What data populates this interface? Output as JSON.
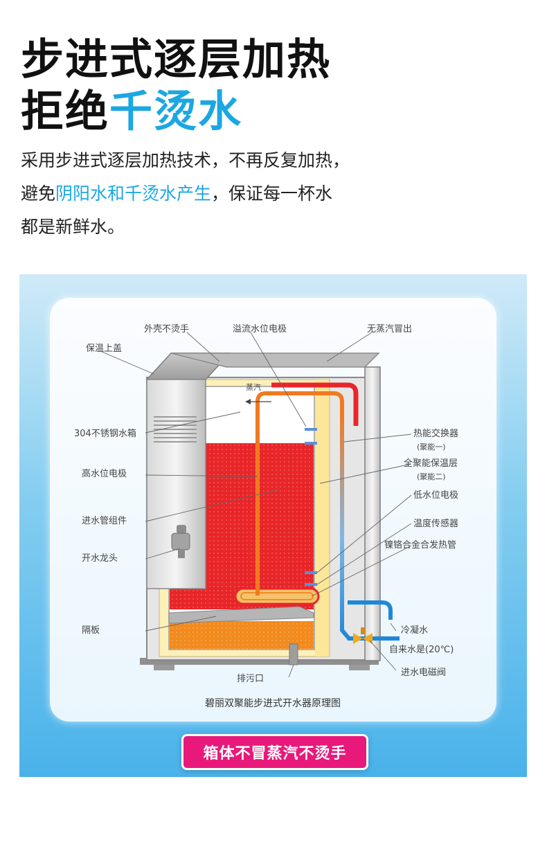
{
  "headline": {
    "line1": "步进式逐层加热",
    "line2_prefix": "拒绝",
    "line2_accent": "千烫水"
  },
  "description": {
    "line1": "采用步进式逐层加热技术，不再反复加热，",
    "line2_prefix": "避免",
    "line2_highlight": "阴阳水和千烫水产生",
    "line2_suffix": "，保证每一杯水",
    "line3": "都是新鲜水。"
  },
  "diagram": {
    "labels": {
      "shell": "外壳不烫手",
      "overflow_electrode": "溢流水位电极",
      "no_steam": "无蒸汽冒出",
      "lid": "保温上盖",
      "steam": "蒸汽",
      "tank": "304不锈钢水箱",
      "heat_exchanger": "热能交换器",
      "heat_exchanger_note": "(聚能一)",
      "insulation": "全聚能保温层",
      "insulation_note": "(聚能二)",
      "high_level": "高水位电极",
      "low_level": "低水位电极",
      "inlet_pipe": "进水管组件",
      "temp_sensor": "温度传感器",
      "tap": "开水龙头",
      "heating_tube": "镍铬合金合发热管",
      "partition": "隔板",
      "condensate": "冷凝水",
      "tap_water": "自来水是(20℃)",
      "drain": "排污口",
      "inlet_valve": "进水电磁阀"
    },
    "caption": "碧丽双聚能步进式开水器原理图"
  },
  "banner": "箱体不冒蒸汽不烫手",
  "colors": {
    "accent": "#1ba7e2",
    "banner": "#e8197b",
    "hot_water": "#e8262a",
    "warm_water": "#f28a1e"
  }
}
